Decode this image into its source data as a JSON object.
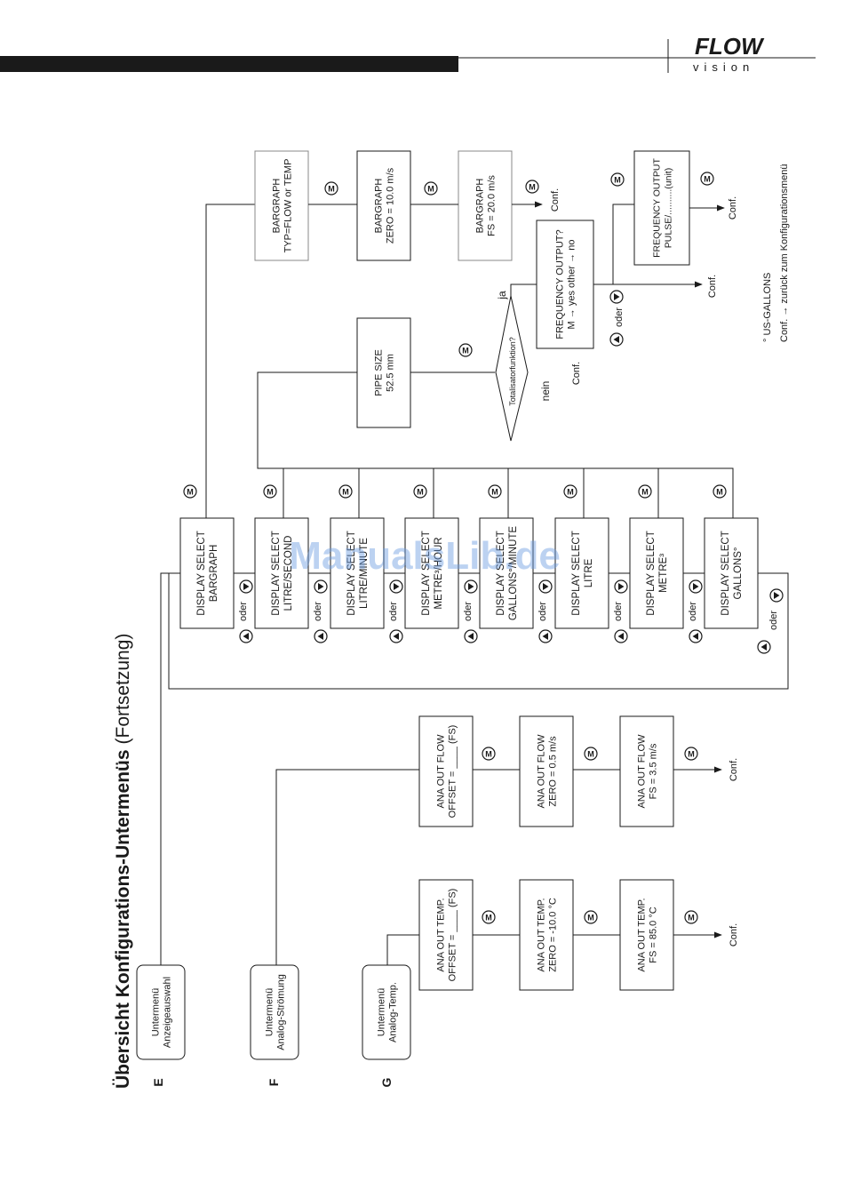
{
  "header": {
    "brand_main": "FLOW",
    "brand_sub": "vision",
    "accent_color": "#1a1a1a"
  },
  "page_title": {
    "bold": "Übersicht Konfigurations-Untermenüs",
    "light": "(Fortsetzung)"
  },
  "section_letters": {
    "E": "E",
    "F": "F",
    "G": "G"
  },
  "submenus": {
    "E": {
      "line1": "Untermenü",
      "line2": "Anzeigeauswahl"
    },
    "F": {
      "line1": "Untermenü",
      "line2": "Analog-Strömung"
    },
    "G": {
      "line1": "Untermenü",
      "line2": "Analog-Temp."
    }
  },
  "display_select": [
    {
      "line1": "DISPLAY SELECT",
      "line2": "BARGRAPH"
    },
    {
      "line1": "DISPLAY SELECT",
      "line2": "LITRE/SECOND"
    },
    {
      "line1": "DISPLAY SELECT",
      "line2": "LITRE/MINUTE"
    },
    {
      "line1": "DISPLAY SELECT",
      "line2": "METRE³/HOUR"
    },
    {
      "line1": "DISPLAY SELECT",
      "line2": "GALLONS°/MINUTE"
    },
    {
      "line1": "DISPLAY SELECT",
      "line2": "LITRE"
    },
    {
      "line1": "DISPLAY SELECT",
      "line2": "METRE³"
    },
    {
      "line1": "DISPLAY SELECT",
      "line2": "GALLONS°"
    }
  ],
  "bargraph": [
    {
      "line1": "BARGRAPH",
      "line2": "TYP=FLOW or TEMP"
    },
    {
      "line1": "BARGRAPH",
      "line2": "ZERO = 10.0 m/s"
    },
    {
      "line1": "BARGRAPH",
      "line2": "FS = 20.0 m/s"
    }
  ],
  "pipe_size": {
    "line1": "PIPE SIZE",
    "line2": "52.5 mm"
  },
  "decision": {
    "label": "Totalisatorfunktion?",
    "yes": "ja",
    "no": "nein"
  },
  "frequency_output": {
    "line1": "FREQUENCY OUTPUT?",
    "line2": "M → yes  other → no"
  },
  "frequency_pulse": {
    "line1": "FREQUENCY OUTPUT",
    "line2": "PULSE/..........(unit)"
  },
  "ana_flow": [
    {
      "line1": "ANA OUT FLOW",
      "line2": "OFFSET = ____ (FS)"
    },
    {
      "line1": "ANA OUT FLOW",
      "line2": "ZERO = 0.5 m/s"
    },
    {
      "line1": "ANA OUT FLOW",
      "line2": "FS = 3.5 m/s"
    }
  ],
  "ana_temp": [
    {
      "line1": "ANA OUT TEMP.",
      "line2": "OFFSET = ____ (FS)"
    },
    {
      "line1": "ANA OUT TEMP.",
      "line2": "ZERO = -10.0 °C"
    },
    {
      "line1": "ANA OUT TEMP.",
      "line2": "FS = 85.0 °C"
    }
  ],
  "labels": {
    "m_key": "M",
    "oder": "oder",
    "conf": "Conf."
  },
  "legend": {
    "note1": "°  US-GALLONS",
    "note2": "Conf. → zurück zum Konfigurationsmenü"
  },
  "watermark": "ManualsLib.de"
}
